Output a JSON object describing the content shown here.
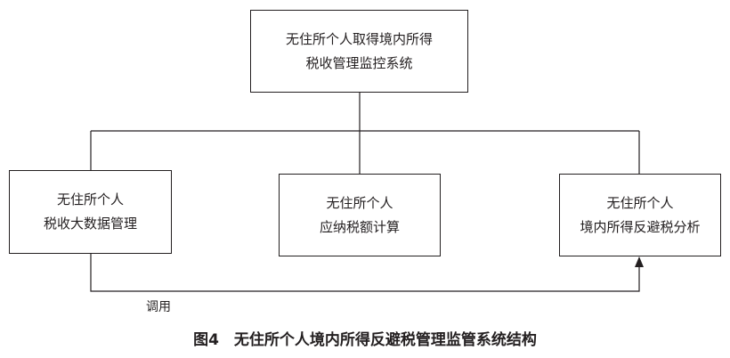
{
  "diagram": {
    "top_box": {
      "line1": "无住所个人取得境内所得",
      "line2": "税收管理监控系统"
    },
    "left_box": {
      "line1": "无住所个人",
      "line2": "税收大数据管理"
    },
    "middle_box": {
      "line1": "无住所个人",
      "line2": "应纳税额计算"
    },
    "right_box": {
      "line1": "无住所个人",
      "line2": "境内所得反避税分析"
    },
    "call_label": "调用",
    "caption": "图4　无住所个人境内所得反避税管理监管系统结构"
  }
}
